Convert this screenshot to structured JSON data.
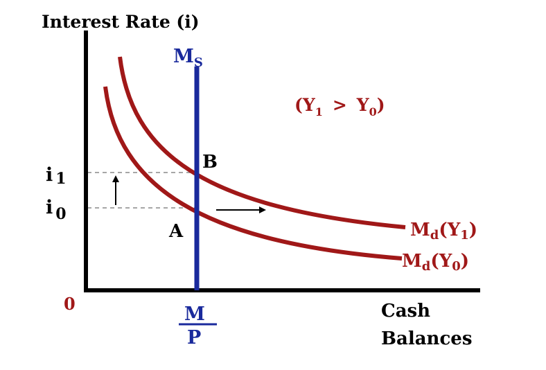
{
  "axis": {
    "y_label": "Interest Rate (i)",
    "x_label_line1": "Cash",
    "x_label_line2": "Balances",
    "origin": "0"
  },
  "money_supply": {
    "label_main": "M",
    "label_sub": "S",
    "axis_label_num": "M",
    "axis_label_den": "P"
  },
  "rates": [
    {
      "main": "i",
      "sub": "1"
    },
    {
      "main": "i",
      "sub": "0"
    }
  ],
  "points": {
    "a": "A",
    "b": "B"
  },
  "demand_curves": [
    {
      "main": "M",
      "sub": "d",
      "paren_open": "(",
      "var": "Y",
      "var_sub": "1",
      "paren_close": ")"
    },
    {
      "main": "M",
      "sub": "d",
      "paren_open": "(",
      "var": "Y",
      "var_sub": "0",
      "paren_close": ")"
    }
  ],
  "condition": {
    "open": "(",
    "y1": "Y",
    "y1_sub": "1",
    "op": ">",
    "y0": "Y",
    "y0_sub": "0",
    "close": ")"
  },
  "colors": {
    "curve": "#a01818",
    "supply": "#1a2a9c",
    "axis": "#000000",
    "guide": "#888888"
  }
}
